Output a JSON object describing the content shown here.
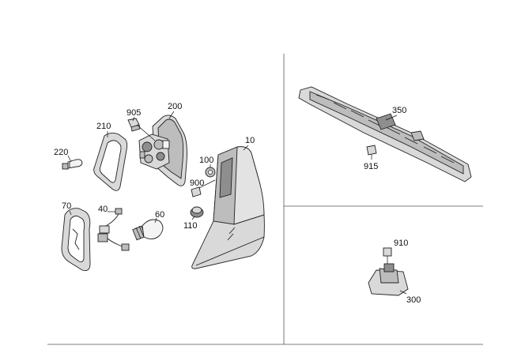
{
  "diagram": {
    "callouts": {
      "p10": "10",
      "p40": "40",
      "p60": "60",
      "p70": "70",
      "p100": "100",
      "p110": "110",
      "p200": "200",
      "p210": "210",
      "p220": "220",
      "p300": "300",
      "p350": "350",
      "p900": "900",
      "p905": "905",
      "p910": "910",
      "p915": "915"
    }
  }
}
